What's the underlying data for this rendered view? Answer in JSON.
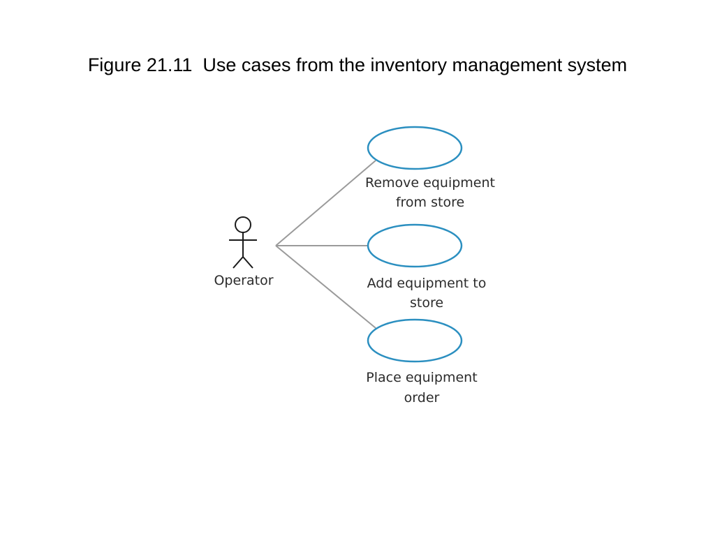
{
  "slide": {
    "title": "Figure 21.11  Use cases from the inventory management system"
  },
  "diagram": {
    "actor": {
      "label": "Operator",
      "icon": "stick-figure-icon"
    },
    "use_cases": [
      {
        "line1": "Remove equipment",
        "line2": "from store"
      },
      {
        "line1": "Add equipment to",
        "line2": "store"
      },
      {
        "line1": "Place equipment",
        "line2": "order"
      }
    ],
    "colors": {
      "ellipse_stroke": "#2b8fc0",
      "association_line": "#9a9a9a",
      "text": "#2b2b2b"
    }
  }
}
